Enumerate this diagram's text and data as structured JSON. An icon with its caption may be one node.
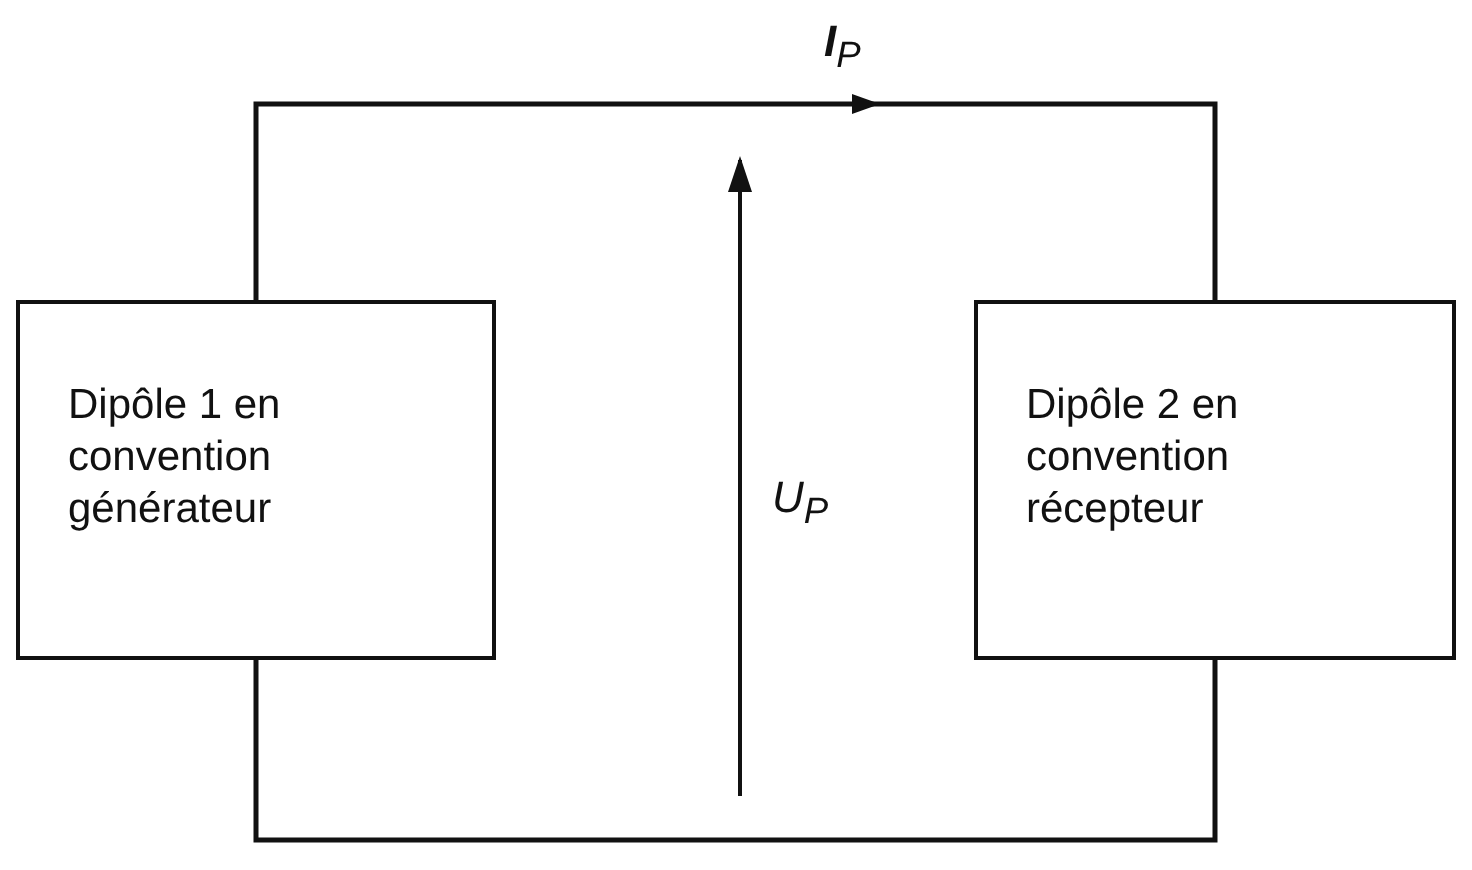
{
  "diagram": {
    "nodes": [
      {
        "text": [
          "Dipôle 1 en convention générateur"
        ]
      },
      {
        "text": [
          "Dipôle 2 en convention récepteur"
        ]
      }
    ],
    "edges": [
      {
        "from": 0,
        "to": 1,
        "arrow": "to",
        "label": "**I**$_{P}$"
      },
      {
        "from": 0,
        "to": 1,
        "arrow": "none"
      }
    ],
    "labels": [
      "U$_{P}$"
    ]
  }
}
